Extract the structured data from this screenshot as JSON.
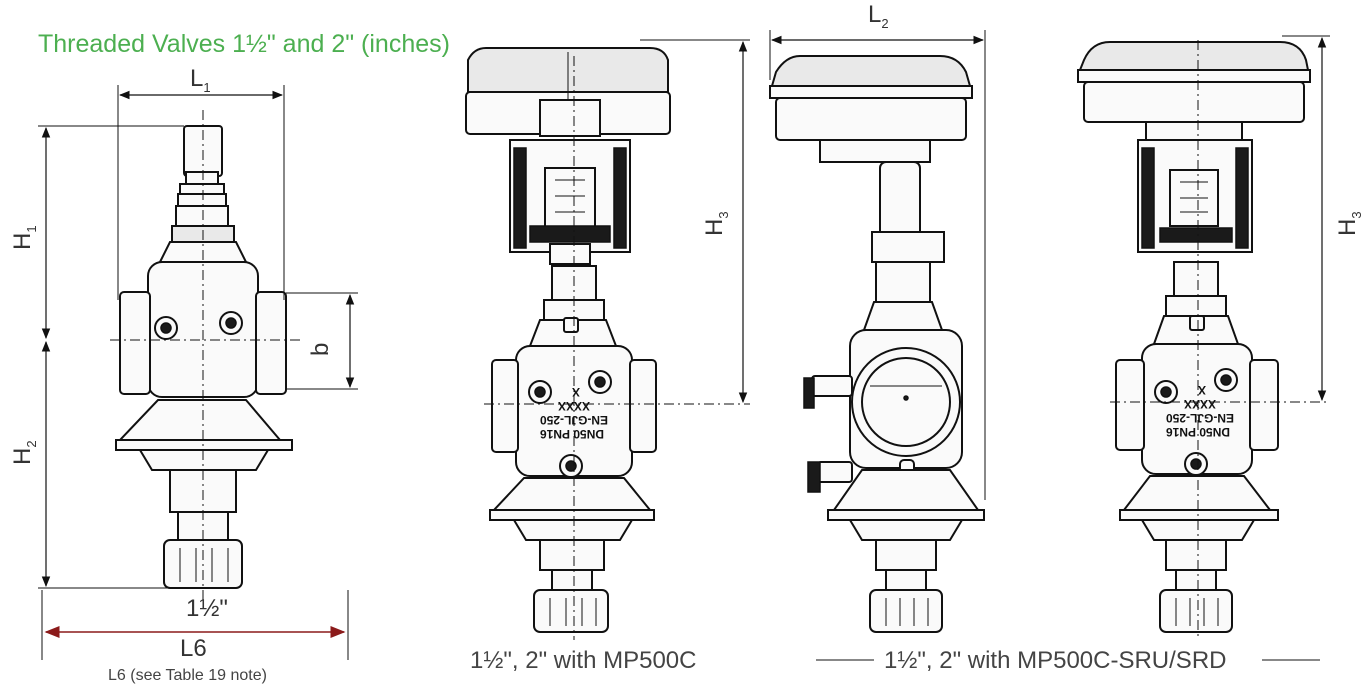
{
  "title": "Threaded Valves 1½\" and 2\" (inches)",
  "dimensions": {
    "L": "L",
    "L1_sub": "1",
    "L2": "L",
    "L2_sub": "2",
    "H": "H",
    "H1_sub": "1",
    "H2_sub": "2",
    "H3_sub": "3",
    "b": "b",
    "size": "1½\"",
    "L6": "L6"
  },
  "note": "L6 (see Table 19 note)",
  "captions": {
    "mp500c": "1½\", 2\" with MP500C",
    "sru_srd": "1½\", 2\" with MP500C-SRU/SRD"
  },
  "valve_marking": {
    "line1": "DN50 PN16",
    "line2": "EN-GJL-250",
    "line3": "XXXX",
    "line4": "X"
  },
  "colors": {
    "title": "#4caf50",
    "l6_arrow": "#8b1a1a"
  }
}
